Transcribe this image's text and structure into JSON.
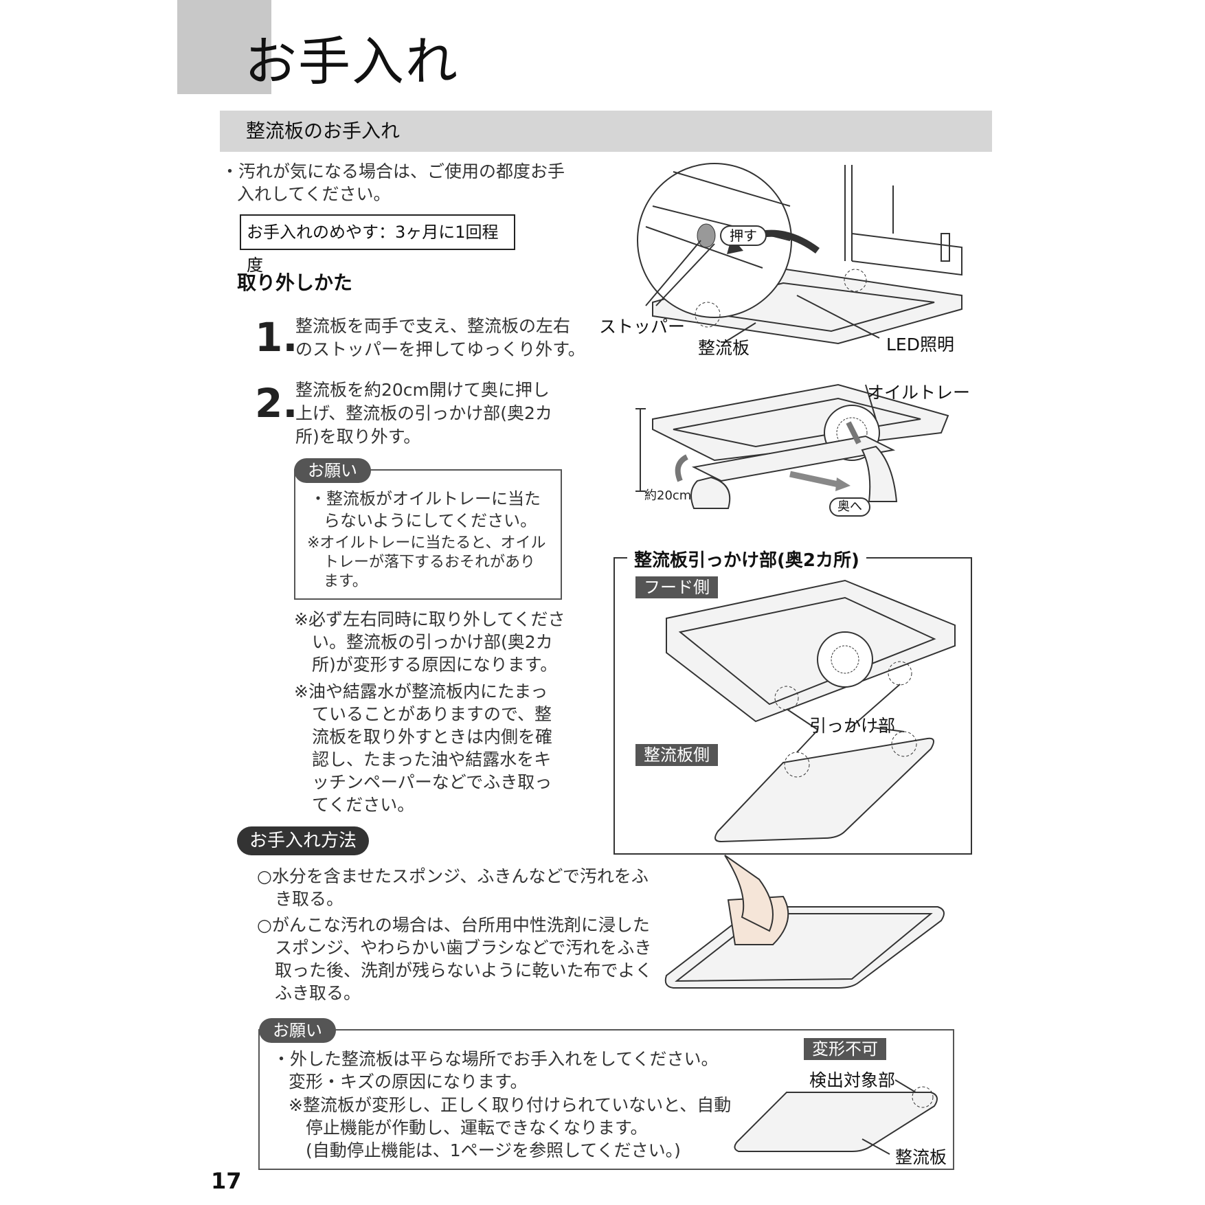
{
  "page_title": "お手入れ",
  "section_title": "整流板のお手入れ",
  "intro": [
    "・汚れが気になる場合は、ご使用の都度お手",
    "入れしてください。"
  ],
  "guide_box": "お手入れのめやす：3ヶ月に1回程度",
  "removal": {
    "heading": "取り外しかた",
    "steps": [
      {
        "num": "1.",
        "lines": [
          "整流板を両手で支え、整流板の左右",
          "のストッパーを押してゆっくり外す。"
        ]
      },
      {
        "num": "2.",
        "lines": [
          "整流板を約20cm開けて奥に押し",
          "上げ、整流板の引っかけ部(奥2カ",
          "所)を取り外す。"
        ]
      }
    ],
    "request_label": "お願い",
    "request_lines": [
      "・整流板がオイルトレーに当た",
      "らないようにしてください。",
      "※オイルトレーに当たると、オイル",
      "トレーが落下するおそれがあり",
      "ます。"
    ],
    "notes": [
      "※必ず左右同時に取り外してくださ",
      "い。整流板の引っかけ部(奥2カ",
      "所)が変形する原因になります。",
      "※油や結露水が整流板内にたまっ",
      "ていることがありますので、整",
      "流板を取り外すときは内側を確",
      "認し、たまった油や結露水をキ",
      "ッチンペーパーなどでふき取っ",
      "てください。"
    ]
  },
  "fig1": {
    "push": "押す",
    "stopper": "ストッパー",
    "plate": "整流板",
    "led": "LED照明"
  },
  "fig2": {
    "oil_tray": "オイルトレー",
    "distance": "約20cm",
    "back": "奥へ"
  },
  "fig3": {
    "title": "整流板引っかけ部(奥2カ所)",
    "hood_side": "フード側",
    "hook": "引っかけ部",
    "plate_side": "整流板側"
  },
  "method": {
    "label": "お手入れ方法",
    "lines": [
      "○水分を含ませたスポンジ、ふきんなどで汚れをふ",
      "き取る。",
      "○がんこな汚れの場合は、台所用中性洗剤に浸した",
      "スポンジ、やわらかい歯ブラシなどで汚れをふき",
      "取った後、洗剤が残らないように乾いた布でよく",
      "ふき取る。"
    ]
  },
  "bottom_request": {
    "label": "お願い",
    "lines": [
      "・外した整流板は平らな場所でお手入れをしてください。",
      "変形・キズの原因になります。",
      "※整流板が変形し、正しく取り付けられていないと、自動",
      "停止機能が作動し、運転できなくなります。",
      "(自動停止機能は、1ページを参照してください。)"
    ],
    "tag": "変形不可",
    "detect": "検出対象部",
    "plate": "整流板"
  },
  "page_number": "17"
}
